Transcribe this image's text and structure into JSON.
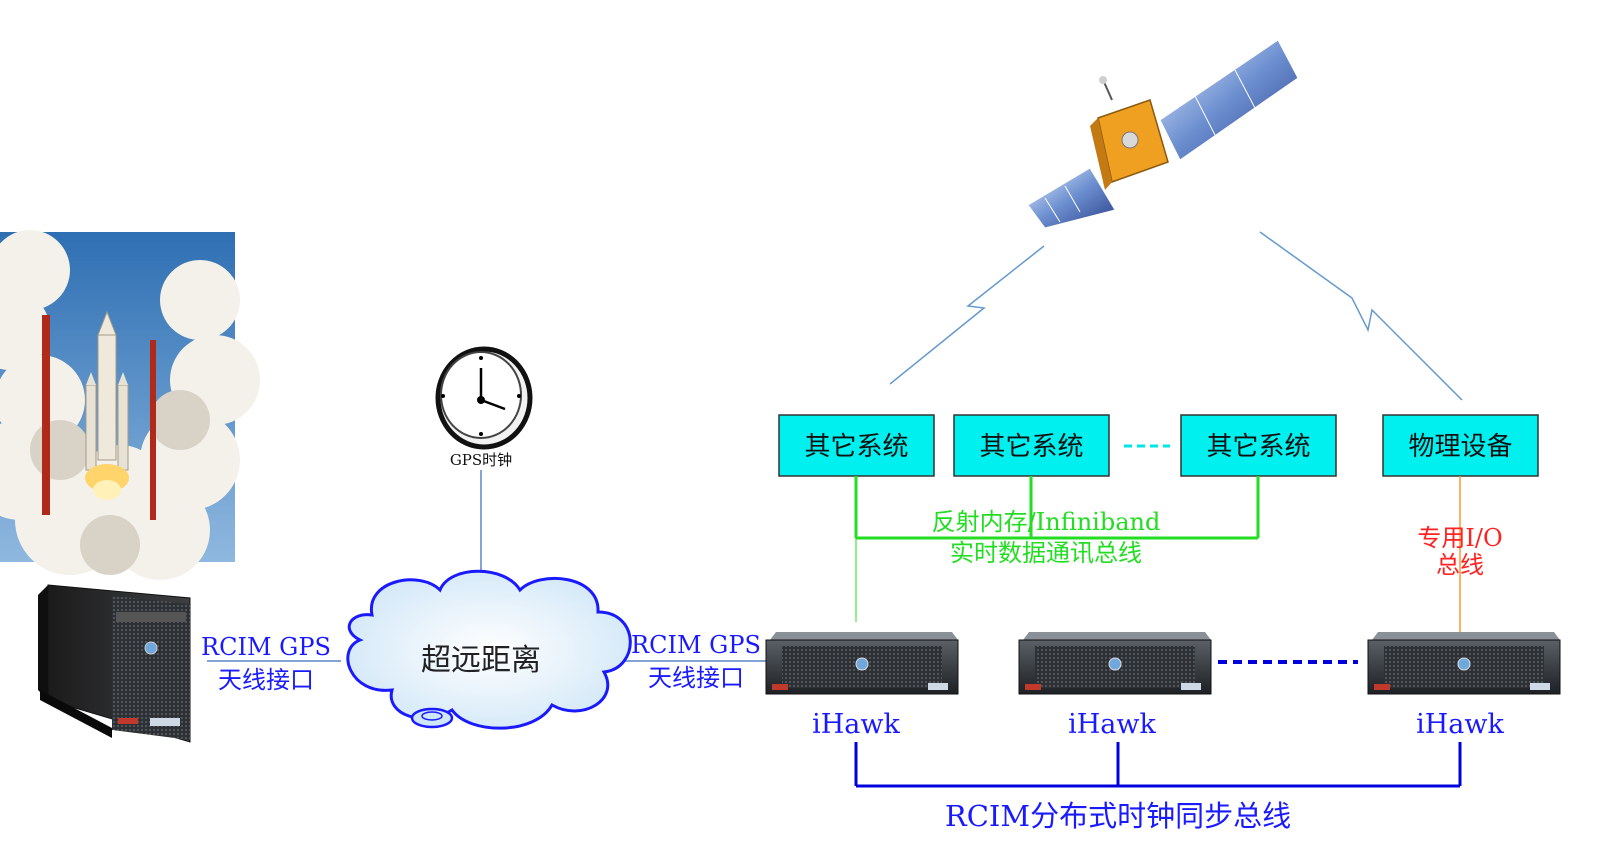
{
  "labels": {
    "gps_clock": "GPS时钟",
    "cloud": "超远距离",
    "rcim_gps_left_1": "RCIM GPS",
    "rcim_gps_left_2": "天线接口",
    "rcim_gps_right_1": "RCIM GPS",
    "rcim_gps_right_2": "天线接口",
    "reflective_bus_1": "反射内存/Infiniband",
    "reflective_bus_2": "实时数据通讯总线",
    "io_bus_1": "专用I/O",
    "io_bus_2": "总线",
    "sync_bus": "RCIM分布式时钟同步总线",
    "dashes": "----"
  },
  "boxes": [
    {
      "label": "其它系统"
    },
    {
      "label": "其它系统"
    },
    {
      "label": "其它系统"
    },
    {
      "label": "物理设备"
    }
  ],
  "servers": [
    {
      "label": "iHawk"
    },
    {
      "label": "iHawk"
    },
    {
      "label": "iHawk"
    }
  ],
  "colors": {
    "box_fill": "#00f0f0",
    "blue_line": "#0000dd",
    "green_line": "#22dd22",
    "orange_line": "#ff9933",
    "signal_line": "#6699cc"
  },
  "icons": {
    "rocket": "rocket-launch-photo",
    "satellite": "satellite-icon",
    "clock": "clock-icon",
    "tower_server": "tower-server-icon",
    "rack_server": "rack-server-icon"
  }
}
